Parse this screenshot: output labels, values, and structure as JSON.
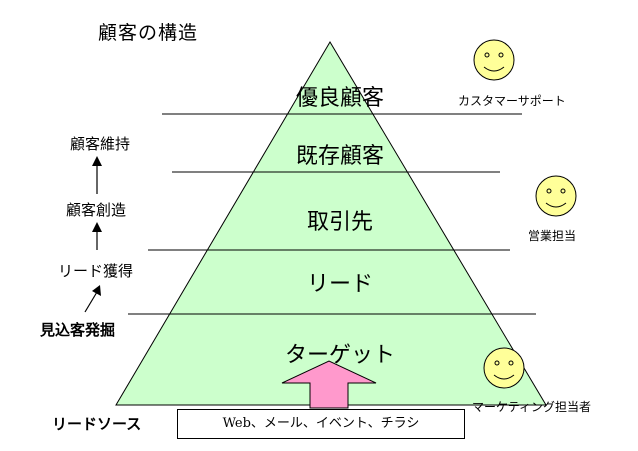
{
  "title": "顧客の構造",
  "tiers": [
    "優良顧客",
    "既存顧客",
    "取引先",
    "リード",
    "ターゲット"
  ],
  "stages": [
    "顧客維持",
    "顧客創造",
    "リード獲得",
    "見込客発掘"
  ],
  "lead_source": {
    "label": "リードソース",
    "items": "Web、メール、イベント、チラシ"
  },
  "roles": [
    "カスタマーサポート",
    "営業担当",
    "マーケティング担当者"
  ],
  "colors": {
    "pyramid_fill": "#ccffcc",
    "arrow_fill": "#ff99cc",
    "smiley_fill": "#ffff99",
    "line": "#000000"
  }
}
